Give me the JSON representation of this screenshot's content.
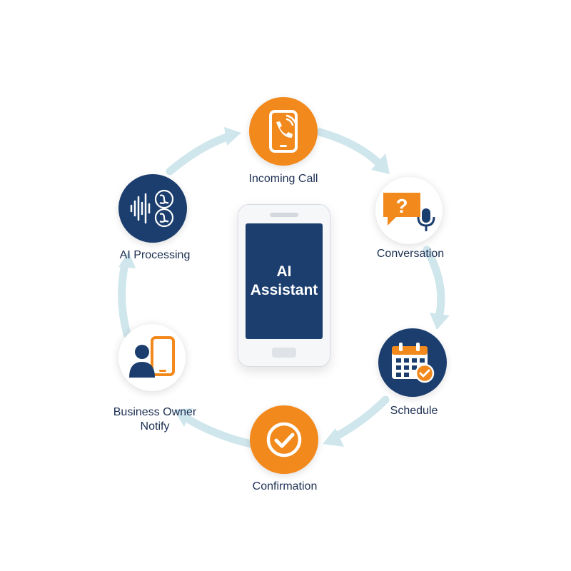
{
  "center": {
    "title": "AI Assistant"
  },
  "steps": [
    {
      "label": "Incoming Call",
      "icon": "phone-call-icon",
      "color": "#f2891d"
    },
    {
      "label": "Conversation",
      "icon": "chat-question-microphone-icon",
      "color": "#ffffff"
    },
    {
      "label": "Schedule",
      "icon": "calendar-check-icon",
      "color": "#1b3e6e"
    },
    {
      "label": "Confirmation",
      "icon": "checkmark-circle-icon",
      "color": "#f2891d"
    },
    {
      "label": "Business Owner Notify",
      "icon": "person-phone-icon",
      "color": "#ffffff"
    },
    {
      "label": "AI Processing",
      "icon": "waveform-brain-icon",
      "color": "#1b3e6e"
    }
  ],
  "colors": {
    "orange": "#f2891d",
    "navy": "#1b3e6e",
    "arrow": "#cfe6ec",
    "text": "#1c2f52"
  }
}
